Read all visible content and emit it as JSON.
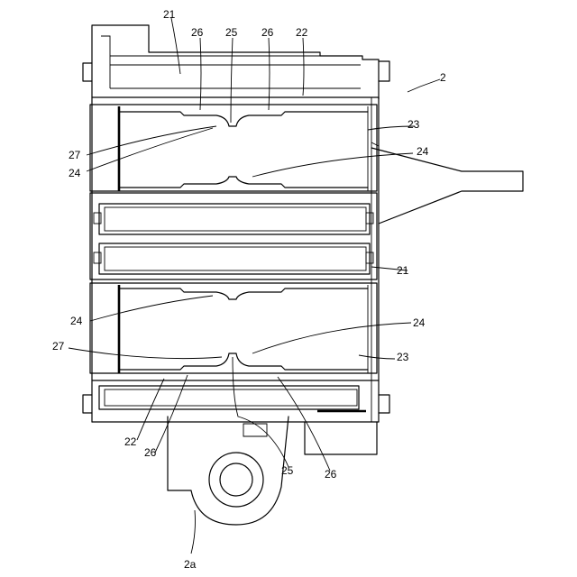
{
  "labels": {
    "l21_top": "21",
    "l26_top_left": "26",
    "l25_top": "25",
    "l26_top_right": "26",
    "l22_top": "22",
    "l2": "2",
    "l23_top": "23",
    "l27_top": "27",
    "l24_top_right": "24",
    "l24_top_left": "24",
    "l21_mid": "21",
    "l24_low_left": "24",
    "l24_low_right": "24",
    "l27_bottom": "27",
    "l23_bottom": "23",
    "l22_bottom": "22",
    "l26_bottom_left": "26",
    "l25_bottom": "25",
    "l26_bottom_right": "26",
    "l2a": "2a"
  }
}
